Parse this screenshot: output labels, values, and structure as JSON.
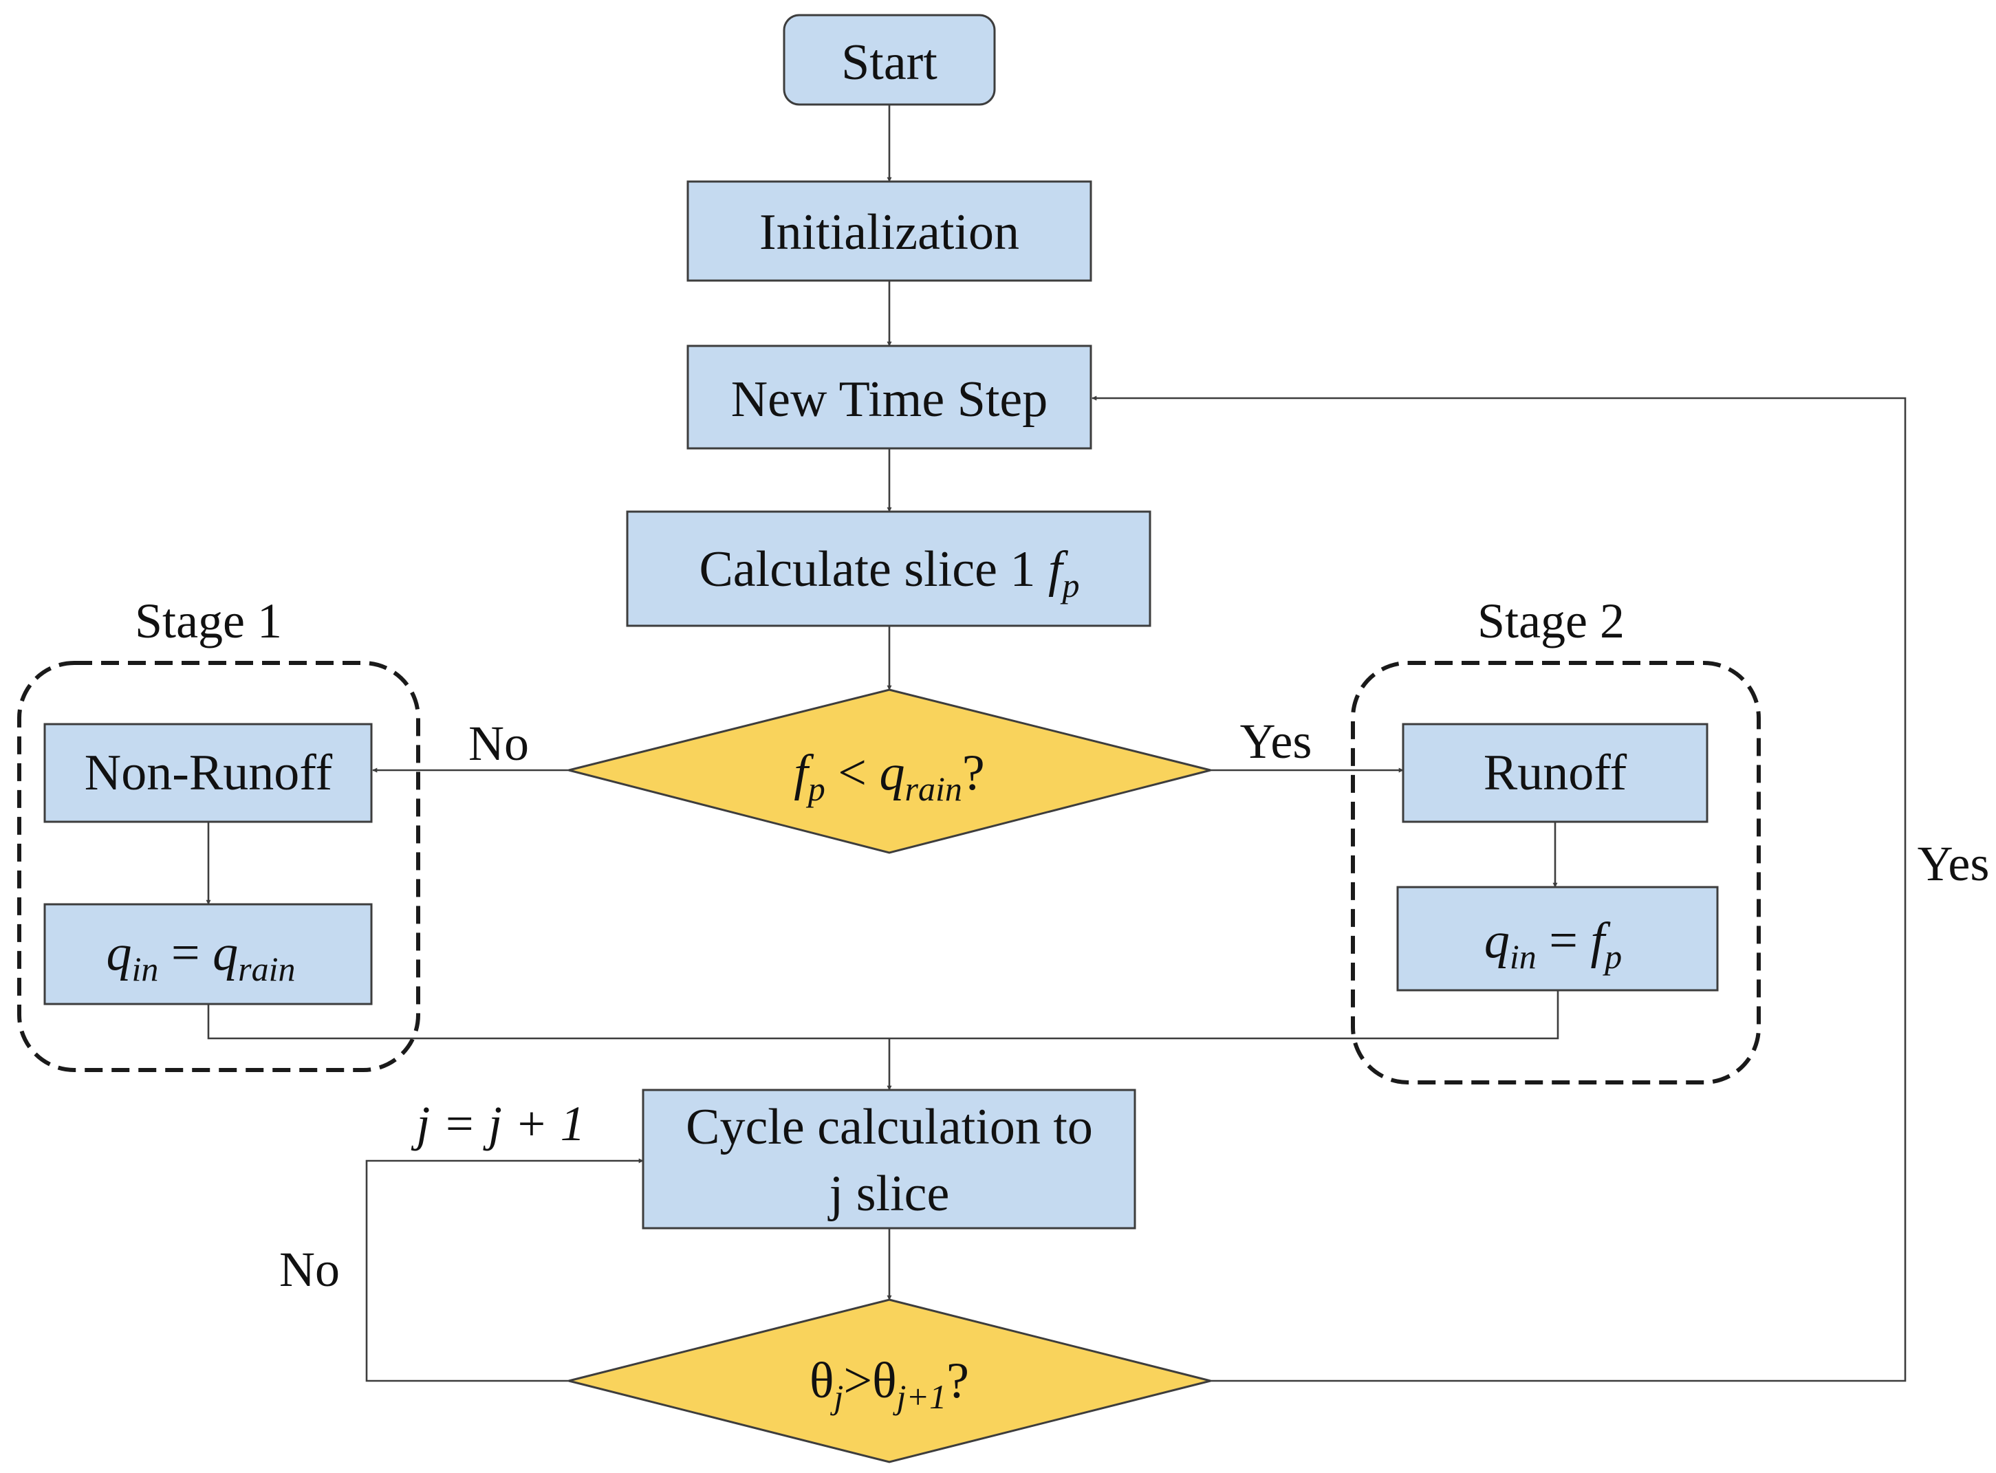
{
  "colors": {
    "process_fill": "#c5daf0",
    "decision_fill": "#f9d35c",
    "stroke": "#3d3d3d"
  },
  "nodes": {
    "start": "Start",
    "init": "Initialization",
    "new_step": "New Time Step",
    "calc_slice1": {
      "text": "Calculate slice 1 ",
      "math_base": "f",
      "math_sub": "p"
    },
    "decision_runoff": {
      "base1": "f",
      "sub1": "p",
      "op": " < ",
      "base2": "q",
      "sub2": "rain",
      "suffix": "?"
    },
    "non_runoff": "Non-Runoff",
    "qin_eq_qrain": {
      "base1": "q",
      "sub1": "in",
      "op": " = ",
      "base2": "q",
      "sub2": "rain"
    },
    "runoff": "Runoff",
    "qin_eq_fp": {
      "base1": "q",
      "sub1": "in",
      "op": " = ",
      "base2": "f",
      "sub2": "p"
    },
    "cycle_line1": "Cycle calculation to",
    "cycle_line2": "j slice",
    "decision_theta": {
      "base1": "θ",
      "sub1": "j",
      "op": ">",
      "base2": "θ",
      "sub2": "j+1",
      "suffix": "?"
    }
  },
  "groups": {
    "stage1": "Stage 1",
    "stage2": "Stage 2"
  },
  "edges": {
    "no_left": "No",
    "yes_right": "Yes",
    "yes_loop": "Yes",
    "no_loop": "No",
    "increment": "j = j + 1"
  }
}
